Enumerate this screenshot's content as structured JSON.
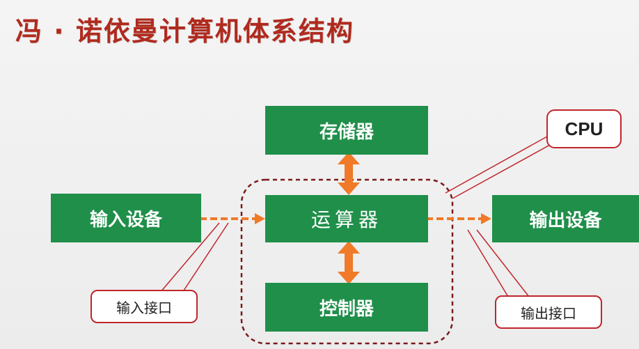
{
  "title": "冯 · 诺依曼计算机体系结构",
  "blocks": {
    "memory": "存储器",
    "alu": "运算器",
    "control": "控制器",
    "input_device": "输入设备",
    "output_device": "输出设备"
  },
  "callouts": {
    "cpu": "CPU",
    "input_interface": "输入接口",
    "output_interface": "输出接口"
  },
  "colors": {
    "title": "#b02a1e",
    "block": "#1f8f4a",
    "arrow": "#f07a28",
    "cpu_boundary": "#7a1a1a",
    "callout_border": "#c0262c"
  }
}
